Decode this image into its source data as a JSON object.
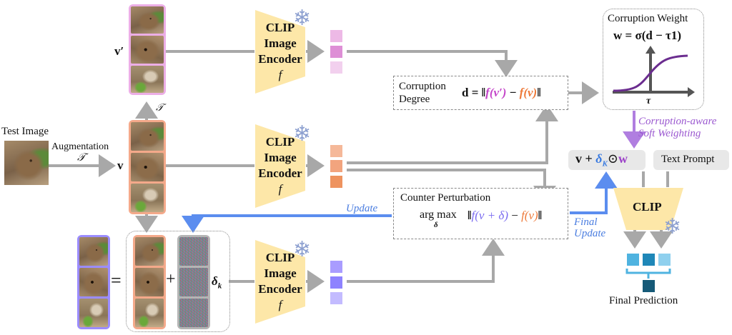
{
  "labels": {
    "test_image": "Test Image",
    "augmentation": "Augmentation",
    "aug_symbol": "𝒯",
    "aug_symbol_up": "𝒯",
    "v": "v",
    "v_prime": "v′",
    "delta_k": "δ",
    "delta_k_sub": "k",
    "equals": "=",
    "plus": "+",
    "update": "Update",
    "final_update_line1": "Final",
    "final_update_line2": "Update",
    "final_prediction": "Final Prediction",
    "text_prompt": "Text Prompt",
    "clip": "CLIP",
    "soft_weighting_line1": "Corruption-aware",
    "soft_weighting_line2": "Soft Weighting"
  },
  "encoders": [
    {
      "line1": "CLIP",
      "line2": "Image",
      "line3": "Encoder",
      "line4": "f"
    },
    {
      "line1": "CLIP",
      "line2": "Image",
      "line3": "Encoder",
      "line4": "f"
    },
    {
      "line1": "CLIP",
      "line2": "Image",
      "line3": "Encoder",
      "line4": "f"
    }
  ],
  "corruption_degree": {
    "label_line1": "Corruption",
    "label_line2": "Degree",
    "eq_lhs": "d = ‖",
    "eq_f_vprime": "f(v′)",
    "eq_minus": " − ",
    "eq_f_v": "f(v)",
    "eq_end": "‖"
  },
  "corruption_weight": {
    "title": "Corruption Weight",
    "equation": "w = σ(d − τ1)",
    "tau": "τ"
  },
  "counter_perturbation": {
    "title": "Counter Perturbation",
    "argmax": "arg max",
    "argmax_sub": "δ",
    "eq_open": "‖",
    "eq_f_vdelta": "f(v + δ)",
    "eq_minus": " − ",
    "eq_f_v": "f(v)",
    "eq_end": "‖"
  },
  "combined": {
    "v_plus": "v + ",
    "delta": "δ",
    "delta_sub": "K",
    "odot": "⊙",
    "w": "w"
  },
  "colors": {
    "pink": "#e08fd6",
    "orange": "#ee8a5a",
    "purple_feat": "#9b8cff",
    "blue": "#5b8def",
    "violet": "#9b59d0",
    "gray_arrow": "#a8a8a8",
    "encoder_fill": "#fde7a8",
    "pred_blue1": "#4fb3e0",
    "pred_blue2": "#1f87b8",
    "pred_blue3": "#8fd0ee",
    "pred_final": "#165a78"
  },
  "icons": [
    "snowflake-icon",
    "sigmoid-plot-icon"
  ]
}
